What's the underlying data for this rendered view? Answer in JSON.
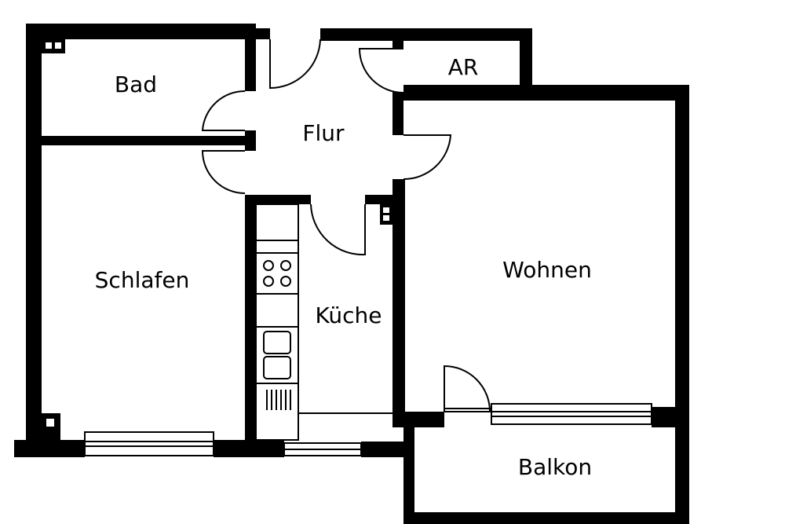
{
  "rooms": {
    "bad": "Bad",
    "ar": "AR",
    "flur": "Flur",
    "schlafen": "Schlafen",
    "kueche": "Küche",
    "wohnen": "Wohnen",
    "balkon": "Balkon"
  },
  "colors": {
    "wall": "#000000",
    "background": "#ffffff"
  }
}
